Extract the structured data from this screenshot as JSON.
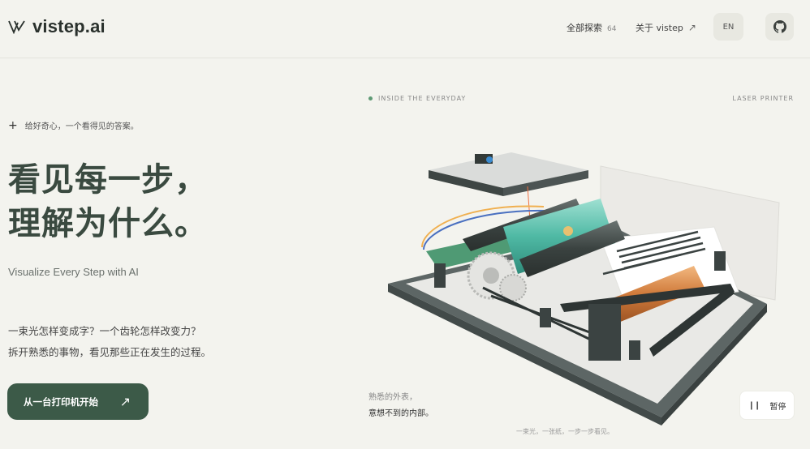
{
  "header": {
    "logo_text": "vistep.ai",
    "nav_explore_label": "全部探索",
    "nav_explore_count": "64",
    "nav_about_label": "关于 vistep",
    "lang_label": "EN"
  },
  "hero": {
    "tagline": "给好奇心，一个看得见的答案。",
    "headline_line1": "看见每一步，",
    "headline_line2": "理解为什么。",
    "subtitle": "Visualize Every Step with AI",
    "desc_line1": "一束光怎样变成字？一个齿轮怎样改变力？",
    "desc_line2": "拆开熟悉的事物，看见那些正在发生的过程。",
    "cta_label": "从一台打印机开始"
  },
  "showcase": {
    "inside_label": "INSIDE THE EVERYDAY",
    "subject_label": "LASER PRINTER",
    "caption_line1": "熟悉的外表，",
    "caption_line2": "意想不到的内部。",
    "bottom_caption": "一束光，一张纸，一步一步看见。",
    "pause_label": "暂停"
  },
  "colors": {
    "background": "#f3f3ee",
    "accent": "#3c5a48",
    "headline": "#3a4a40",
    "dot": "#5e9a74"
  },
  "icons": {
    "logo": "vistep-logo-icon",
    "about_arrow": "arrow-up-right-icon",
    "github": "github-icon",
    "cta_arrow": "arrow-up-right-icon",
    "pause": "pause-icon",
    "plus": "plus-icon"
  }
}
